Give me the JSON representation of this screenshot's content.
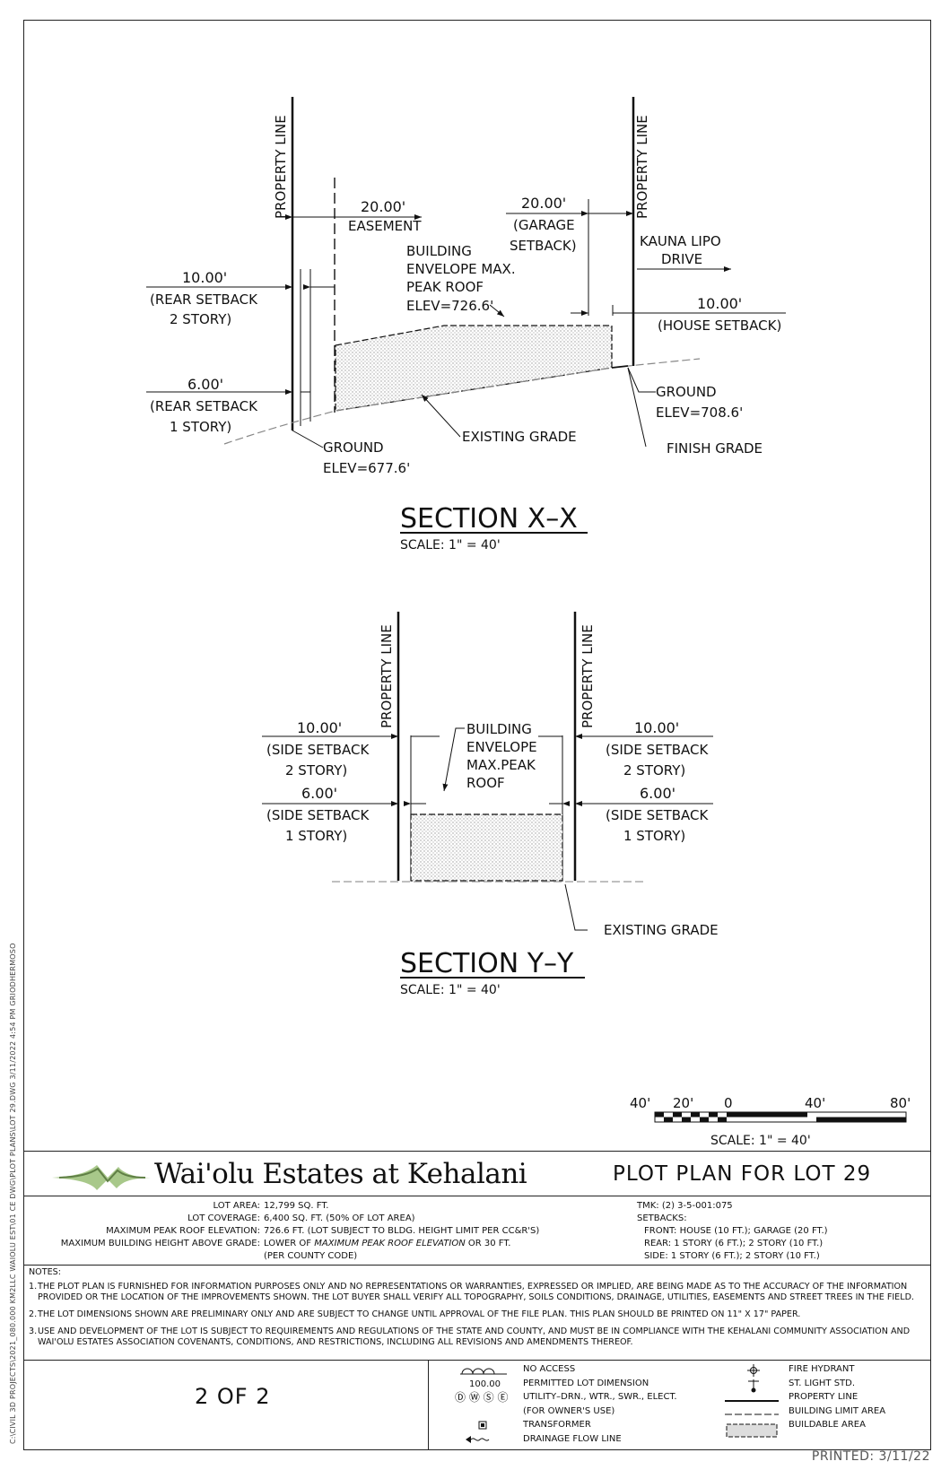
{
  "section_x": {
    "property_line_left": "PROPERTY LINE",
    "property_line_right": "PROPERTY LINE",
    "easement_dim": "20.00'",
    "easement_label": "EASEMENT",
    "garage_dim": "20.00'",
    "garage_label_1": "(GARAGE",
    "garage_label_2": "SETBACK)",
    "street_1": "KAUNA LIPO",
    "street_2": "DRIVE",
    "envelope_1": "BUILDING",
    "envelope_2": "ENVELOPE MAX.",
    "envelope_3": "PEAK ROOF",
    "envelope_4": "ELEV=726.6'",
    "rear2_dim": "10.00'",
    "rear2_label_1": "(REAR SETBACK",
    "rear2_label_2": "2 STORY)",
    "house_dim": "10.00'",
    "house_label": "(HOUSE SETBACK)",
    "rear1_dim": "6.00'",
    "rear1_label_1": "(REAR SETBACK",
    "rear1_label_2": "1 STORY)",
    "ground_right_1": "GROUND",
    "ground_right_2": "ELEV=708.6'",
    "existing_grade": "EXISTING GRADE",
    "finish_grade": "FINISH GRADE",
    "ground_left_1": "GROUND",
    "ground_left_2": "ELEV=677.6'",
    "title": "SECTION X–X",
    "scale": "SCALE:   1\"  =  40'"
  },
  "section_y": {
    "property_line_left": "PROPERTY LINE",
    "property_line_right": "PROPERTY LINE",
    "envelope_1": "BUILDING",
    "envelope_2": "ENVELOPE",
    "envelope_3": "MAX.PEAK",
    "envelope_4": "ROOF",
    "left_side2_dim": "10.00'",
    "left_side2_label_1": "(SIDE SETBACK",
    "left_side2_label_2": "2 STORY)",
    "left_side1_dim": "6.00'",
    "left_side1_label_1": "(SIDE SETBACK",
    "left_side1_label_2": "1 STORY)",
    "right_side2_dim": "10.00'",
    "right_side2_label_1": "(SIDE SETBACK",
    "right_side2_label_2": "2 STORY)",
    "right_side1_dim": "6.00'",
    "right_side1_label_1": "(SIDE SETBACK",
    "right_side1_label_2": "1 STORY)",
    "existing_grade": "EXISTING GRADE",
    "title": "SECTION Y–Y",
    "scale": "SCALE:   1\"  =  40'"
  },
  "scale_bar": {
    "ticks": [
      "40'",
      "20'",
      "0",
      "40'",
      "80'"
    ],
    "label": "SCALE:   1\"  =  40'"
  },
  "title_block": {
    "estates_name": "Wai'olu Estates at Kehalani",
    "plan_title": "PLOT PLAN FOR LOT 29",
    "lot_area_label": "LOT AREA:",
    "lot_area": "12,799 SQ. FT.",
    "lot_coverage_label": "LOT COVERAGE:",
    "lot_coverage": "6,400 SQ. FT. (50% OF LOT AREA)",
    "max_peak_label": "MAXIMUM PEAK ROOF ELEVATION:",
    "max_peak": "726.6 FT. (LOT SUBJECT TO BLDG. HEIGHT LIMIT PER CC&R'S)",
    "max_height_label": "MAXIMUM BUILDING HEIGHT ABOVE GRADE:",
    "max_height_pre": "LOWER OF ",
    "max_height_em": "MAXIMUM PEAK ROOF ELEVATION",
    "max_height_post": " OR 30 FT.",
    "max_height_note": "(PER COUNTY CODE)",
    "tmk": "TMK: (2) 3-5-001:075",
    "setbacks_label": "SETBACKS:",
    "setback_front": "FRONT: HOUSE (10 FT.); GARAGE (20 FT.)",
    "setback_rear": "REAR: 1 STORY (6 FT.); 2 STORY (10 FT.)",
    "setback_side": "SIDE: 1 STORY (6 FT.); 2 STORY (10 FT.)",
    "notes_label": "NOTES:",
    "notes": [
      {
        "num": "1.",
        "text": "THE PLOT PLAN IS FURNISHED FOR INFORMATION PURPOSES ONLY AND NO REPRESENTATIONS OR WARRANTIES, EXPRESSED OR IMPLIED, ARE BEING MADE AS TO THE ACCURACY OF THE INFORMATION PROVIDED OR THE LOCATION OF THE IMPROVEMENTS SHOWN.  THE LOT BUYER SHALL VERIFY ALL TOPOGRAPHY, SOILS CONDITIONS, DRAINAGE, UTILITIES, EASEMENTS AND STREET TREES IN THE FIELD."
      },
      {
        "num": "2.",
        "text": "THE LOT DIMENSIONS SHOWN ARE PRELIMINARY ONLY AND ARE SUBJECT TO CHANGE UNTIL APPROVAL OF THE FILE PLAN.  THIS PLAN SHOULD BE PRINTED ON 11\" X 17\" PAPER."
      },
      {
        "num": "3.",
        "text": "USE AND DEVELOPMENT OF THE LOT IS SUBJECT TO REQUIREMENTS AND REGULATIONS OF THE STATE AND COUNTY, AND MUST BE IN COMPLIANCE WITH THE KEHALANI COMMUNITY ASSOCIATION AND WAI'OLU ESTATES ASSOCIATION COVENANTS, CONDITIONS, AND RESTRICTIONS, INCLUDING ALL REVISIONS AND AMENDMENTS THEREOF."
      }
    ],
    "sheet": "2 OF 2"
  },
  "legend": {
    "left": [
      {
        "symbol": "",
        "text": "NO ACCESS"
      },
      {
        "symbol": "100.00",
        "text": "PERMITTED LOT DIMENSION"
      },
      {
        "symbol": "Ⓓ Ⓦ Ⓢ Ⓔ",
        "text": "UTILITY–DRN., WTR., SWR., ELECT."
      },
      {
        "symbol": "",
        "text": "(FOR OWNER'S USE)"
      },
      {
        "symbol": "",
        "text": "TRANSFORMER"
      },
      {
        "symbol": "",
        "text": "DRAINAGE FLOW LINE"
      }
    ],
    "right": [
      {
        "text": "FIRE HYDRANT"
      },
      {
        "text": "ST. LIGHT STD."
      },
      {
        "text": "PROPERTY LINE"
      },
      {
        "text": "BUILDING LIMIT AREA"
      },
      {
        "text": "BUILDABLE AREA"
      }
    ]
  },
  "file_path": "C:\\CIVIL 3D PROJECTS\\2021_080.000 KM2LLC WAIOLU EST\\01 CE DWG\\PLOT PLANS\\LOT 29.DWG   3/11/2022  4:54 PM   GRIODHERMOSO",
  "printed": "PRINTED: 3/11/22",
  "colors": {
    "logo_light": "#a8c88a",
    "logo_dark": "#5f7f45",
    "hatch": "#cfcfcf"
  }
}
